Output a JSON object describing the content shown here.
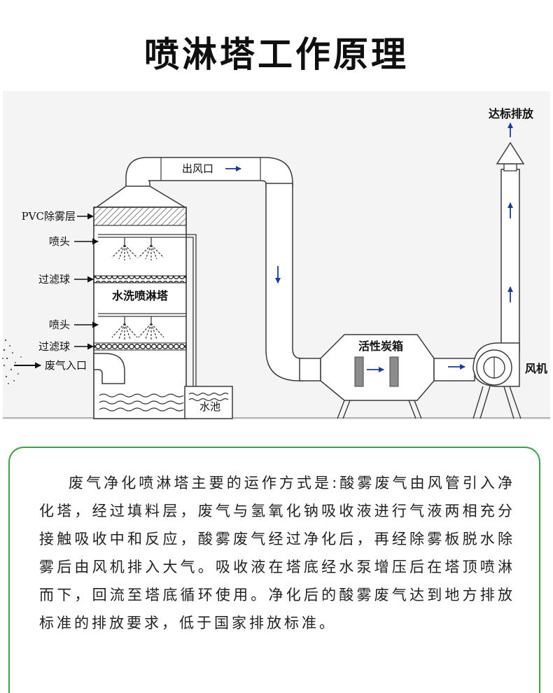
{
  "title": "喷淋塔工作原理",
  "diagram": {
    "labels": {
      "pvc_layer": "PVC除雾层",
      "nozzle_top": "喷头",
      "filter_top": "过滤球",
      "tower": "水洗喷淋塔",
      "nozzle_bottom": "喷头",
      "filter_bottom": "过滤球",
      "inlet": "废气入口",
      "outlet": "出风口",
      "carbon_box": "活性炭箱",
      "fan": "风机",
      "discharge": "达标排放",
      "pool": "水池"
    },
    "colors": {
      "arrow": "#1c3a9e",
      "frame": "#4a4a4a",
      "border": "#3aa04a"
    }
  },
  "description": "废气净化喷淋塔主要的运作方式是:酸雾废气由风管引入净化塔，经过填料层，废气与氢氧化钠吸收液进行气液两相充分接触吸收中和反应，酸雾废气经过净化后，再经除雾板脱水除雾后由风机排入大气。吸收液在塔底经水泵增压后在塔顶喷淋而下，回流至塔底循环使用。净化后的酸雾废气达到地方排放标准的排放要求，低于国家排放标准。"
}
